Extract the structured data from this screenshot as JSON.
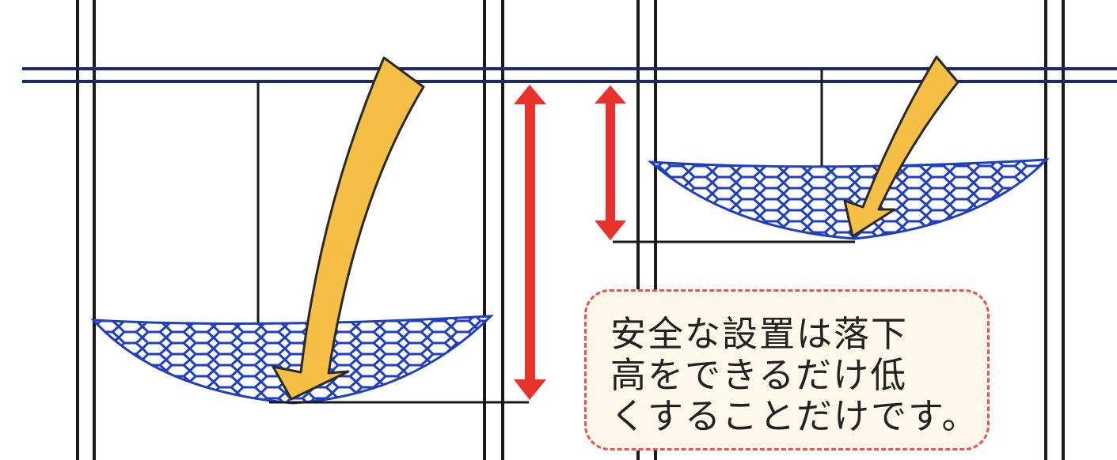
{
  "callout": {
    "lines": [
      "安全な設置は落下",
      "高をできるだけ低",
      "くすることだけです。"
    ]
  },
  "colors": {
    "frame": "#1a1a1a",
    "beam": "#1a2a6c",
    "net": "#1f3fbf",
    "arrow_fill": "#f5bf45",
    "arrow_stroke": "#2a2a2a",
    "height_arrow": "#e8322b",
    "callout_border": "#e8544f",
    "callout_bg": "#fdf8ea"
  }
}
